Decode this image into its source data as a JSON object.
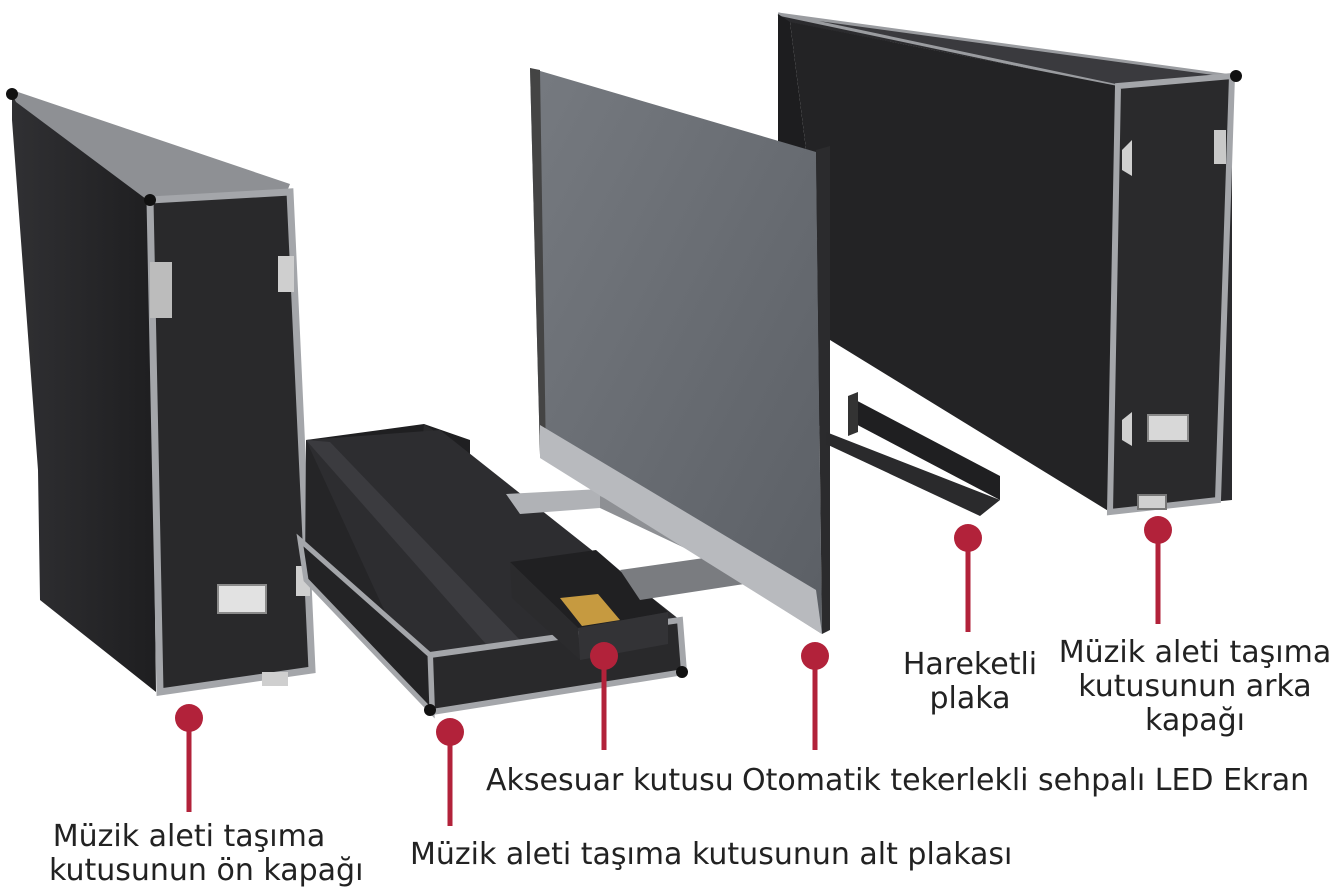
{
  "colors": {
    "accent": "#b2223a",
    "case_body": "#2a2a2c",
    "case_edge": "#a4a6aa",
    "screen": "#6a6e74",
    "text": "#222222"
  },
  "labels": {
    "front_cover": [
      "Müzik aleti taşıma",
      "kutusunun ön kapağı"
    ],
    "bottom_plate": [
      "Müzik aleti taşıma kutusunun alt plakası"
    ],
    "accessory_box": [
      "Aksesuar kutusu"
    ],
    "led_screen": [
      "Otomatik tekerlekli sehpalı LED Ekran"
    ],
    "moving_plate": [
      "Hareketli",
      "plaka"
    ],
    "back_cover": [
      "Müzik aleti taşıma",
      "kutusunun arka",
      "kapağı"
    ]
  }
}
